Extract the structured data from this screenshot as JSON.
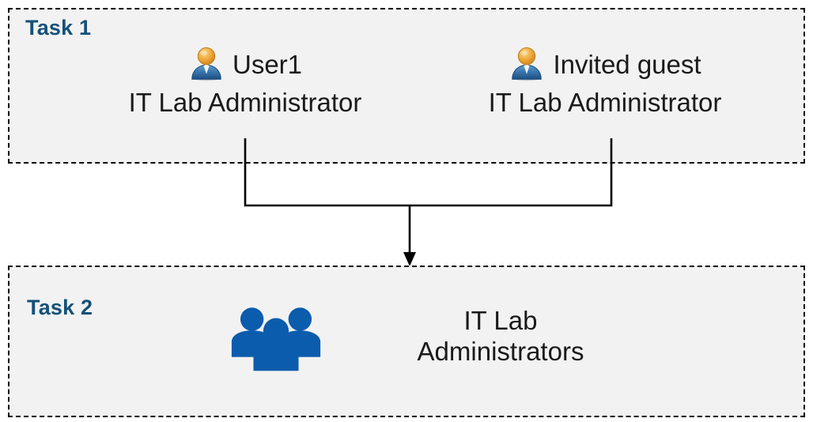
{
  "diagram": {
    "background_color": "#ffffff",
    "box_fill_color": "#f2f2f2",
    "box_border_color": "#000000",
    "label_color": "#14517a",
    "text_color": "#1a1a1a",
    "group_icon_color": "#0b5cad",
    "avatar_head_color": "#e8a33d",
    "avatar_body_color": "#2f6da4",
    "connector_color": "#000000"
  },
  "task1": {
    "label": "Task 1",
    "members": [
      {
        "icon": "user-avatar-icon",
        "name": "User1",
        "role": "IT Lab Administrator"
      },
      {
        "icon": "user-avatar-icon",
        "name": "Invited guest",
        "role": "IT Lab Administrator"
      }
    ]
  },
  "task2": {
    "label": "Task 2",
    "group": {
      "icon": "people-group-icon",
      "name": "IT Lab\nAdministrators"
    }
  },
  "connector": {
    "icon": "arrow-down-icon",
    "from": [
      "User1",
      "Invited guest"
    ],
    "to": "IT Lab Administrators"
  }
}
